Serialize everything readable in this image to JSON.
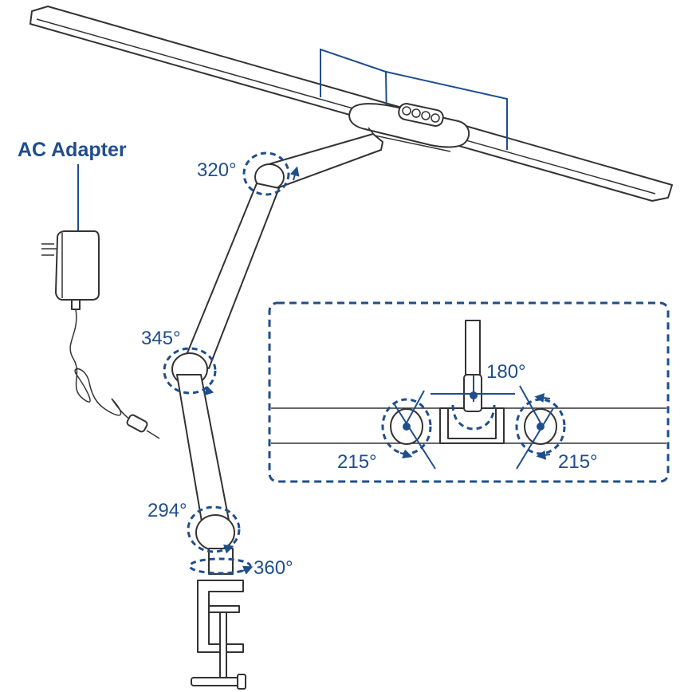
{
  "labels": {
    "adapter": "AC Adapter",
    "angle_top_joint": "320°",
    "angle_elbow": "345°",
    "angle_lower_joint": "294°",
    "angle_base": "360°",
    "angle_head_tilt": "180°",
    "angle_head_left": "215°",
    "angle_head_right": "215°"
  },
  "colors": {
    "accent": "#1f4e8c",
    "outline": "#333333",
    "background": "#ffffff"
  },
  "icons": {
    "control_panel": [
      "power-icon",
      "mode-icon",
      "dimmer-down-icon",
      "dimmer-up-icon"
    ]
  }
}
